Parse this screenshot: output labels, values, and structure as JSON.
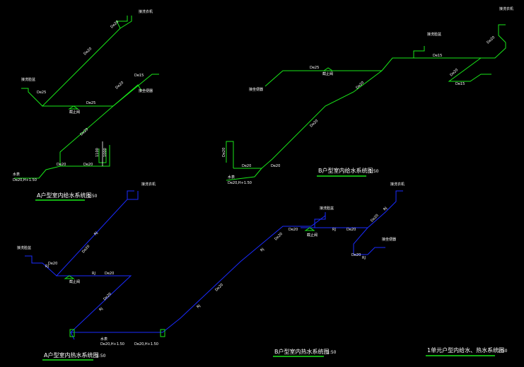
{
  "titles": {
    "a_cold": "A户型室内给水系统图",
    "b_cold": "B户型室内给水系统图",
    "a_hot": "A户型室内热水系统图",
    "b_hot": "B户型室内热水系统图",
    "unit": "1单元户型内给水、热水系统图"
  },
  "scales": {
    "a_cold": "1:50",
    "b_cold": "1:50",
    "a_hot": "1:50",
    "b_hot": "1:50",
    "unit": "1:50"
  },
  "pipe_labels": {
    "de20": "De20",
    "de25": "De25",
    "de15": "De15",
    "de20_h": "De20,H+1.50",
    "de20_h2": "De20,H+1.50",
    "rj": "RJ",
    "h100": "1100",
    "h1000": "1000"
  },
  "fixture_labels": {
    "meter": "水表",
    "floor_drain": "截止阀",
    "note_small": "接洗衣机",
    "note_sink": "接洗脸盆",
    "note_wc": "接坐便器"
  },
  "colors": {
    "cold": "#19e619",
    "hot": "#1a2bff",
    "text": "#ffffff",
    "background": "#000000"
  }
}
